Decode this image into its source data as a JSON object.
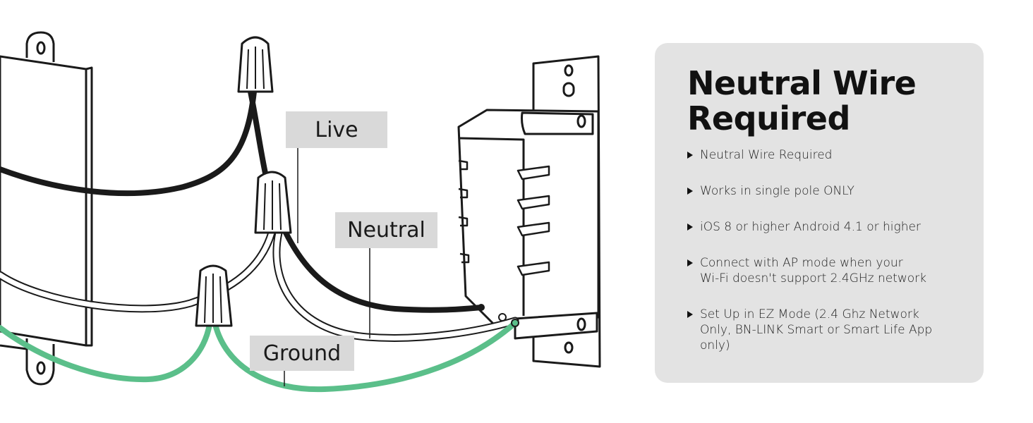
{
  "diagram": {
    "labels": {
      "live": "Live",
      "neutral": "Neutral",
      "ground": "Ground"
    },
    "colors": {
      "live_wire": "#1a1a1a",
      "neutral_wire": "#ffffff",
      "ground_wire": "#5bbf8a",
      "label_bg": "#d9d9d9"
    }
  },
  "panel": {
    "title": "Neutral Wire Required",
    "background": "#e3e3e3",
    "features": [
      "Neutral Wire Required",
      "Works in single pole ONLY",
      "iOS 8 or higher Android 4.1 or higher",
      "Connect with AP mode when your\nWi-Fi doesn't support 2.4GHz network",
      "Set Up in EZ Mode (2.4 Ghz Network\nOnly, BN-LINK Smart or Smart Life App\nonly)"
    ]
  }
}
